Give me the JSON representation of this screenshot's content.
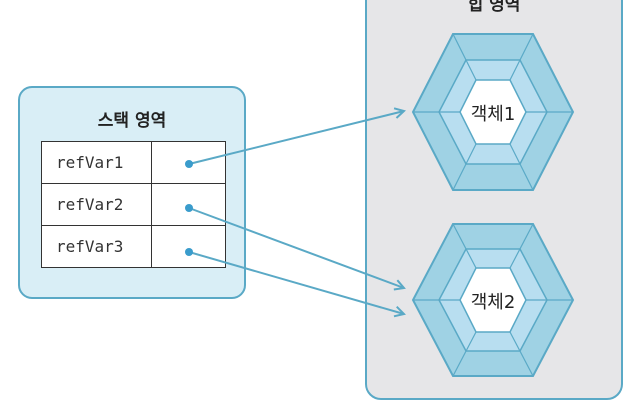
{
  "stack": {
    "title": "스택 영역",
    "vars": [
      "refVar1",
      "refVar2",
      "refVar3"
    ]
  },
  "heap": {
    "title": "힙 영역",
    "objects": [
      "객체1",
      "객체2"
    ]
  },
  "colors": {
    "accent": "#5aa9c6",
    "stack_fill": "#d9eef6",
    "heap_fill": "#e6e6e8",
    "hex_fill": "#9fd2e4",
    "dot": "#3a9ccc"
  }
}
